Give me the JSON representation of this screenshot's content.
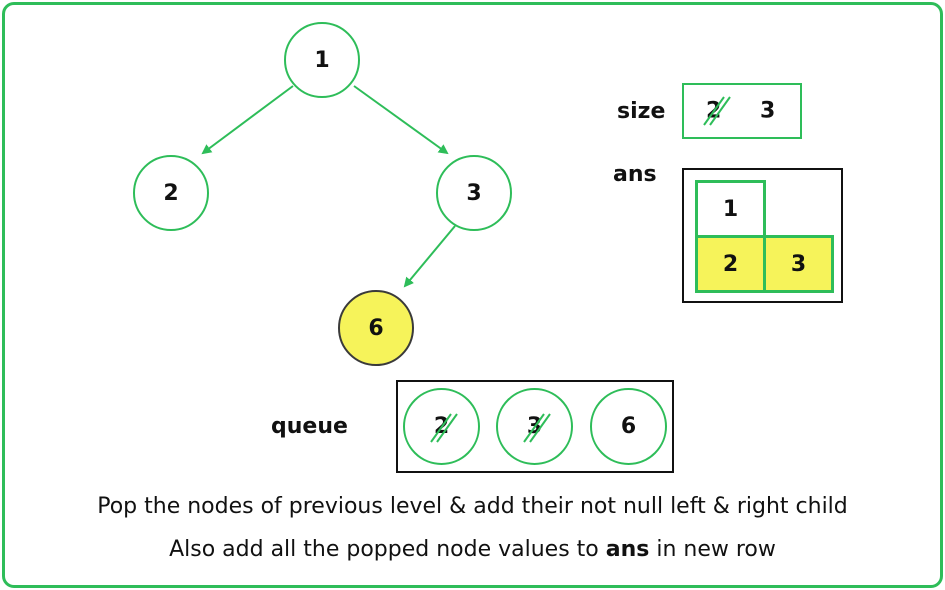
{
  "tree": {
    "nodes": [
      {
        "id": "n1",
        "value": "1",
        "highlight": false
      },
      {
        "id": "n2",
        "value": "2",
        "highlight": false
      },
      {
        "id": "n3",
        "value": "3",
        "highlight": false
      },
      {
        "id": "n6",
        "value": "6",
        "highlight": true
      }
    ],
    "edges": [
      {
        "from": "1",
        "to": "2"
      },
      {
        "from": "1",
        "to": "3"
      },
      {
        "from": "3",
        "to": "6"
      }
    ]
  },
  "size": {
    "label": "size",
    "old_value": "2",
    "new_value": "3"
  },
  "ans": {
    "label": "ans",
    "rows": [
      [
        "1"
      ],
      [
        "2",
        "3"
      ]
    ]
  },
  "queue": {
    "label": "queue",
    "items": [
      {
        "value": "2",
        "popped": true
      },
      {
        "value": "3",
        "popped": true
      },
      {
        "value": "6",
        "popped": false
      }
    ]
  },
  "caption": {
    "line1": "Pop the nodes of previous level & add their not null left & right child",
    "line2_prefix": "Also add all the popped node values to ",
    "line2_bold": "ans",
    "line2_suffix": " in new row"
  },
  "colors": {
    "accent_green": "#2ebd59",
    "highlight_yellow": "#f6f35a",
    "border_dark": "#111111"
  }
}
